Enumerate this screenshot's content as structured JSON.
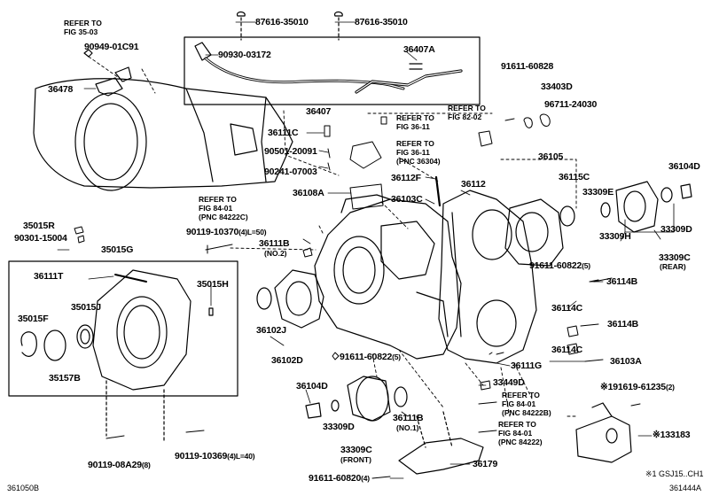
{
  "footer": {
    "left_code": "361050B",
    "right_code": "361444A",
    "note": "※1 GSJ15..CH1"
  },
  "refs": {
    "fig35_03": "REFER TO\nFIG 35-03",
    "fig36_11_a": "REFER TO\nFIG 36-11",
    "fig36_11_b": "REFER TO\nFIG 36-11\n(PNC 36304)",
    "fig82_02": "REFER TO\nFIG 82-02",
    "fig84_01_a": "REFER TO\nFIG 84-01\n(PNC 84222C)",
    "fig84_01_b": "REFER TO\nFIG 84-01\n(PNC 84222B)",
    "fig84_01_c": "REFER TO\nFIG 84-01\n(PNC 84222)"
  },
  "parts": {
    "p87616_l": "87616-35010",
    "p87616_r": "87616-35010",
    "p90949": "90949-01C91",
    "p36478": "36478",
    "p90930": "90930-03172",
    "p36407A": "36407A",
    "p36407": "36407",
    "p91611_60828": "91611-60828",
    "p33403D": "33403D",
    "p96711": "96711-24030",
    "p36111C": "36111C",
    "p90501": "90501-20091",
    "p90241": "90241-07003",
    "p36112F": "36112F",
    "p36105": "36105",
    "p36104D_r": "36104D",
    "p36115C": "36115C",
    "p33309E": "33309E",
    "p36112": "36112",
    "p36108A": "36108A",
    "p36103C": "36103C",
    "p33309H": "33309H",
    "p33309D_r": "33309D",
    "p33309C_r": "33309C",
    "rear": "(REAR)",
    "p35015R": "35015R",
    "p90301": "90301-15004",
    "p90119_10370": "90119-10370",
    "p90119_10370_note": "(4)L=50)",
    "p36111B_top": "36111B",
    "no2": "(NO.2)",
    "p91611_60822_a": "91611-60822",
    "qty5_a": "(5)",
    "p35015G": "35015G",
    "p36111T": "36111T",
    "p35015H": "35015H",
    "p36114B_a": "36114B",
    "p35015F": "35015F",
    "p35015J": "35015J",
    "p36102J": "36102J",
    "p36114C_a": "36114C",
    "p36114B_b": "36114B",
    "p36114C_b": "36114C",
    "p35157B": "35157B",
    "p36102D": "36102D",
    "p91611_60822_b": "91611-60822",
    "qty5_b": "(5)",
    "p36111G": "36111G",
    "p36103A": "36103A",
    "p36104D_l": "36104D",
    "p33449D": "33449D",
    "p91619": "※191619-61235",
    "qty2": "(2)",
    "p33309D_l": "33309D",
    "p36111B_bot": "36111B",
    "no1": "(NO.1)",
    "p133183": "※133183",
    "p33309C_l": "33309C",
    "front": "(FRONT)",
    "p90119_08A29": "90119-08A29",
    "qty8": "(8)",
    "p90119_10369": "90119-10369",
    "p90119_10369_note": "(4)L=40)",
    "p91611_60820": "91611-60820",
    "qty4": "(4)",
    "p36179": "36179"
  }
}
